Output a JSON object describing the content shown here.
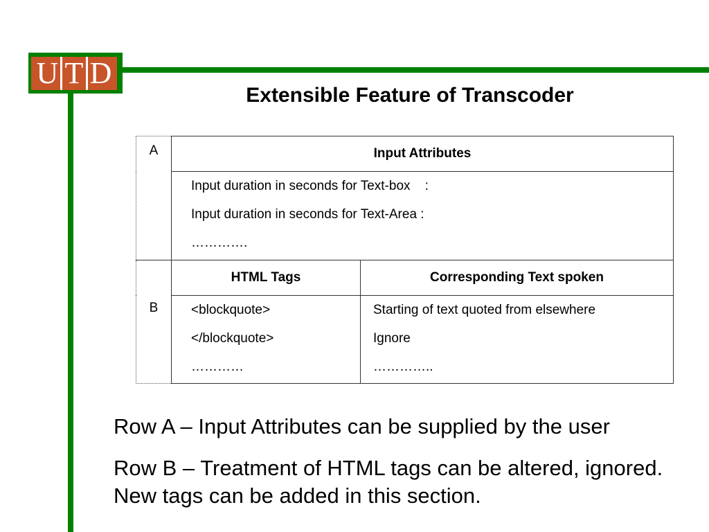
{
  "logo": {
    "letters": [
      "U",
      "T",
      "D"
    ]
  },
  "colors": {
    "accent_green": "#008000",
    "logo_orange": "#c8542a"
  },
  "slide": {
    "title": "Extensible Feature of Transcoder",
    "table": {
      "row_a": {
        "label": "A",
        "header": "Input Attributes",
        "lines": [
          "Input duration in seconds for Text-box    :",
          "Input duration in seconds for Text-Area :",
          "…………."
        ]
      },
      "row_b": {
        "label": "B",
        "col1_header": "HTML Tags",
        "col2_header": "Corresponding Text spoken",
        "tags": [
          "<blockquote>",
          "</blockquote>",
          "…………"
        ],
        "spoken": [
          "Starting of text quoted from elsewhere",
          "Ignore",
          "………….."
        ]
      }
    },
    "notes": [
      "Row A – Input Attributes can be supplied by the user",
      "Row B – Treatment of HTML tags can be altered, ignored. New tags can be added in this section."
    ]
  }
}
